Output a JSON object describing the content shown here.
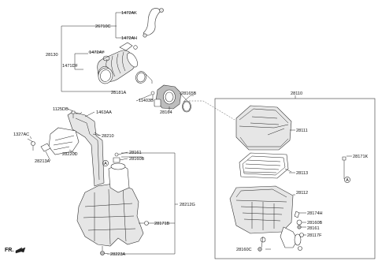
{
  "labels": {
    "l_1472ak": "1472AK",
    "l_26710c": "26710C",
    "l_1472ah": "1472AH",
    "l_28130": "28130",
    "l_1472ay": "1472AY",
    "l_1471df": "1471DF",
    "l_28181a": "28181A",
    "l_11403b": "11403B",
    "l_28165b": "28165B",
    "l_28164": "28164",
    "l_28110": "28110",
    "l_28111": "28111",
    "l_28171k": "28171K",
    "l_28113": "28113",
    "l_28112": "28112",
    "l_28174h": "28174H",
    "l_28160b_r": "28160B",
    "l_28161_r": "28161",
    "l_28117f": "28117F",
    "l_28160c": "28160C",
    "l_1125db": "1125DB",
    "l_1463aa": "1463AA",
    "l_1327ac": "1327AC",
    "l_28220d": "28220D",
    "l_28210": "28210",
    "l_28213a": "28213A",
    "l_28161_l": "28161",
    "l_28160b_l": "28160B",
    "l_28212g": "28212G",
    "l_28171b": "28171B",
    "l_28223a": "28223A",
    "fr": "FR.",
    "ref_a_left": "A",
    "ref_a_right": "A"
  }
}
